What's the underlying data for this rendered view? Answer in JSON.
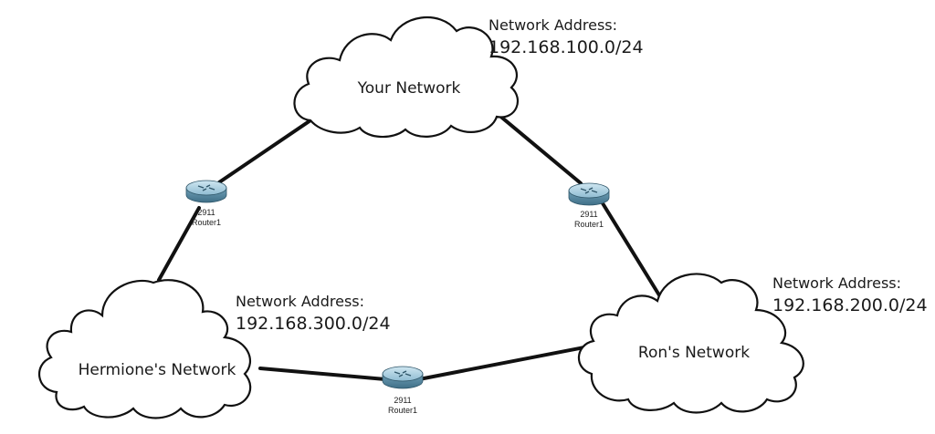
{
  "clouds": {
    "your": {
      "label": "Your Network"
    },
    "hermione": {
      "label": "Hermione's Network"
    },
    "ron": {
      "label": "Ron's Network"
    }
  },
  "addresses": {
    "your": {
      "title": "Network Address:",
      "value": "192.168.100.0/24"
    },
    "hermione": {
      "title": "Network Address:",
      "value": "192.168.300.0/24"
    },
    "ron": {
      "title": "Network Address:",
      "value": "192.168.200.0/24"
    }
  },
  "routers": {
    "left": {
      "model": "2911",
      "name": "Router1"
    },
    "right": {
      "model": "2911",
      "name": "Router1"
    },
    "bottom": {
      "model": "2911",
      "name": "Router1"
    }
  },
  "colors": {
    "router_body": "#5b8ea6",
    "router_top": "#a9cfe0",
    "link": "#111111"
  }
}
